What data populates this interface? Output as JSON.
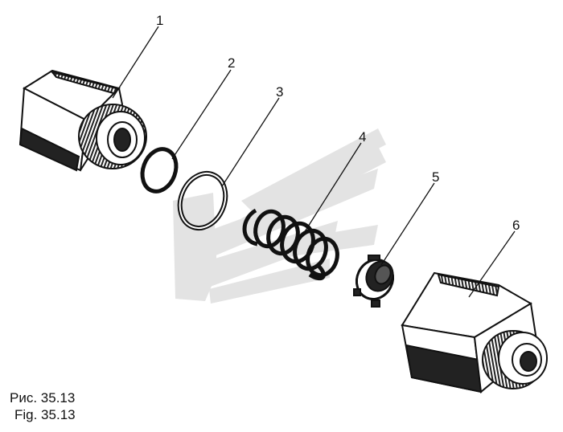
{
  "callouts": [
    "1",
    "2",
    "3",
    "4",
    "5",
    "6"
  ],
  "caption": {
    "ru": "Рис. 35.13",
    "en": "Fig. 35.13"
  }
}
